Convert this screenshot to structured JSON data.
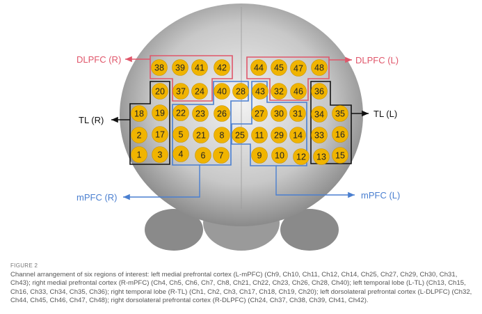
{
  "figure": {
    "labels": {
      "dlpfc_r": "DLPFC (R)",
      "dlpfc_l": "DLPFC (L)",
      "tl_r": "TL (R)",
      "tl_l": "TL (L)",
      "mpfc_r": "mPFC (R)",
      "mpfc_l": "mPFC (L)"
    },
    "colors": {
      "dlpfc": "#e0566a",
      "mpfc": "#4a7fd0",
      "tl": "#111111",
      "channel": "#f0b400"
    },
    "channels": [
      "1",
      "2",
      "3",
      "4",
      "5",
      "6",
      "7",
      "8",
      "9",
      "10",
      "11",
      "12",
      "13",
      "14",
      "15",
      "16",
      "17",
      "18",
      "19",
      "20",
      "21",
      "22",
      "23",
      "24",
      "25",
      "26",
      "27",
      "28",
      "29",
      "30",
      "31",
      "32",
      "33",
      "34",
      "35",
      "36",
      "37",
      "38",
      "39",
      "40",
      "41",
      "42",
      "43",
      "44",
      "45",
      "46",
      "47",
      "48"
    ]
  },
  "caption": {
    "number": "FIGURE 2",
    "text": "Channel arrangement of six regions of interest: left medial prefrontal cortex (L-mPFC) (Ch9, Ch10, Ch11, Ch12, Ch14, Ch25, Ch27, Ch29, Ch30, Ch31, Ch43); right medial prefrontal cortex (R-mPFC) (Ch4, Ch5, Ch6, Ch7, Ch8, Ch21, Ch22, Ch23, Ch26, Ch28, Ch40); left temporal lobe (L-TL) (Ch13, Ch15, Ch16, Ch33, Ch34, Ch35, Ch36); right temporal lobe (R-TL) (Ch1, Ch2, Ch3, Ch17, Ch18, Ch19, Ch20); left dorsolateral prefrontal cortex (L-DLPFC) (Ch32, Ch44, Ch45, Ch46, Ch47, Ch48); right dorsolateral prefrontal cortex (R-DLPFC) (Ch24, Ch37, Ch38, Ch39, Ch41, Ch42)."
  }
}
